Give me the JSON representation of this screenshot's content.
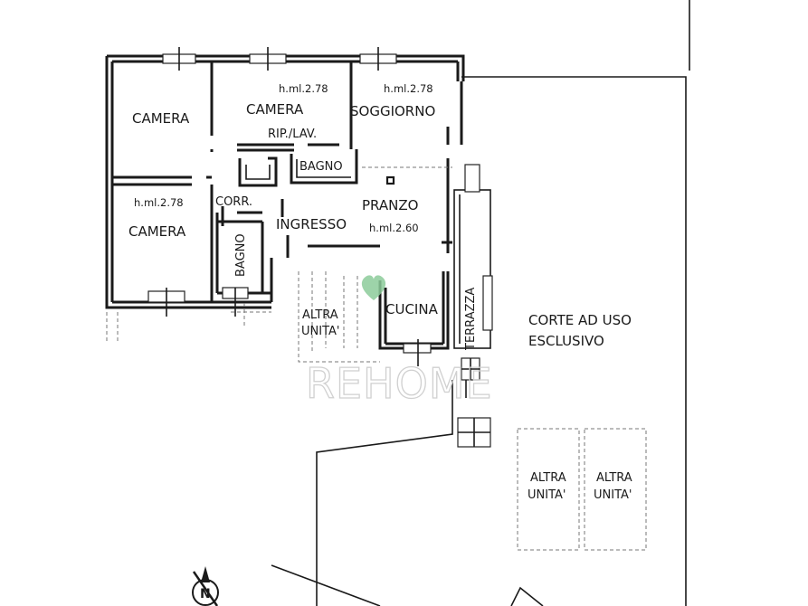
{
  "rooms": {
    "camera_top_left": "CAMERA",
    "camera_top_mid": "CAMERA",
    "camera_bottom_left": "CAMERA",
    "soggiorno": "SOGGIORNO",
    "rip_lav": "RIP./LAV.",
    "bagno_top": "BAGNO",
    "bagno_left": "BAGNO",
    "corr": "CORR.",
    "ingresso": "INGRESSO",
    "pranzo": "PRANZO",
    "cucina": "CUCINA",
    "terrazza": "TERRAZZA",
    "altra_unita_left": [
      "ALTRA",
      "UNITA'"
    ],
    "corte": [
      "CORTE AD USO",
      "ESCLUSIVO"
    ],
    "altra_unita_park1": [
      "ALTRA",
      "UNITA'"
    ],
    "altra_unita_park2": [
      "ALTRA",
      "UNITA'"
    ]
  },
  "heights": {
    "camera_top": "h.ml.2.78",
    "soggiorno": "h.ml.2.78",
    "camera_bottom": "h.ml.2.78",
    "pranzo": "h.ml.2.60"
  },
  "watermark": "REHOME",
  "compass": "N"
}
